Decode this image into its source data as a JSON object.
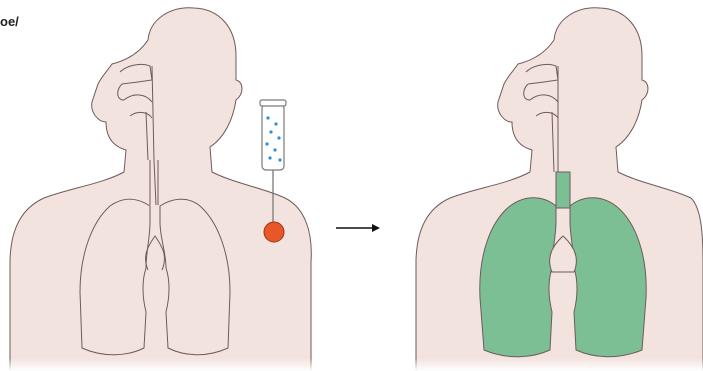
{
  "diagram": {
    "corner_text": "oe/",
    "colors": {
      "skin": "#f3e3df",
      "outline": "#6f5a5a",
      "lungs_healthy": "#7dbf95",
      "injection_site": "#e8562a",
      "tube_liquid": "#2f8fd8",
      "arrow": "#111111"
    },
    "left_figure": {
      "subject": "body-before",
      "syringe": "syringe-icon",
      "injection_marker": "injection-site"
    },
    "right_figure": {
      "subject": "body-after",
      "lungs_state": "filled-green"
    },
    "transition": "right-arrow-icon"
  }
}
